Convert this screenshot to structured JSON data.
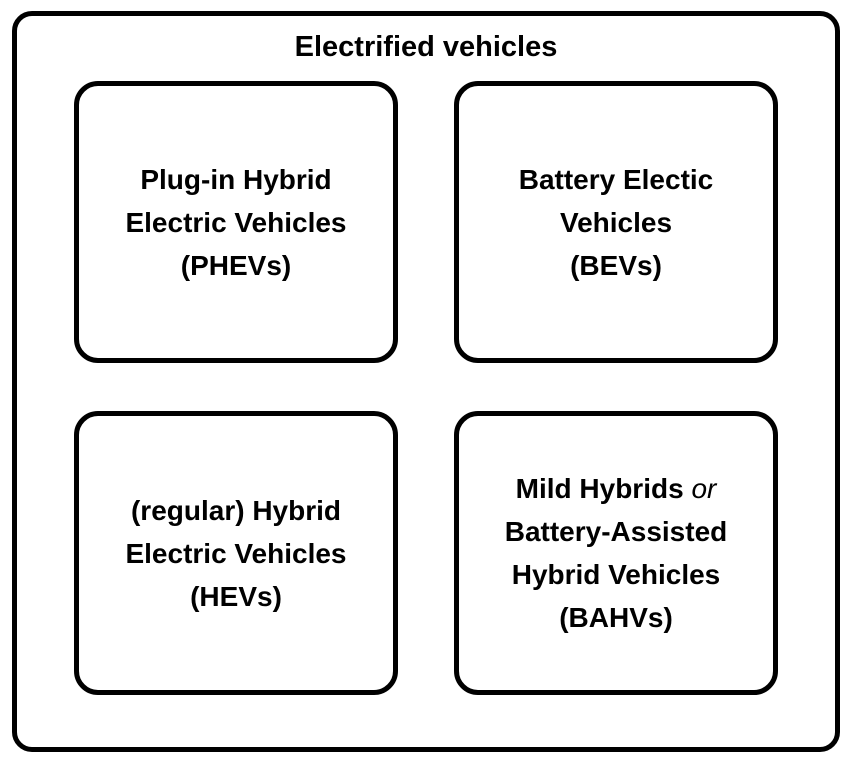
{
  "page": {
    "title": "Electrified vehicles"
  },
  "boxes": [
    {
      "id": "phevs",
      "lines": [
        "Plug-in Hybrid",
        "Electric Vehicles",
        "(PHEVs)"
      ]
    },
    {
      "id": "bevs",
      "lines": [
        "Battery Electic",
        "Vehicles",
        "(BEVs)"
      ]
    },
    {
      "id": "hevs",
      "lines": [
        "(regular) Hybrid",
        "Electric Vehicles",
        "(HEVs)"
      ]
    },
    {
      "id": "bahvs",
      "line1": {
        "prefix": "Mild Hybrids",
        "italic": "or"
      },
      "lines": [
        "Battery-Assisted",
        "Hybrid Vehicles",
        "(BAHVs)"
      ]
    }
  ],
  "colors": {
    "background": "#ffffff",
    "border": "#000000",
    "text": "#000000"
  }
}
